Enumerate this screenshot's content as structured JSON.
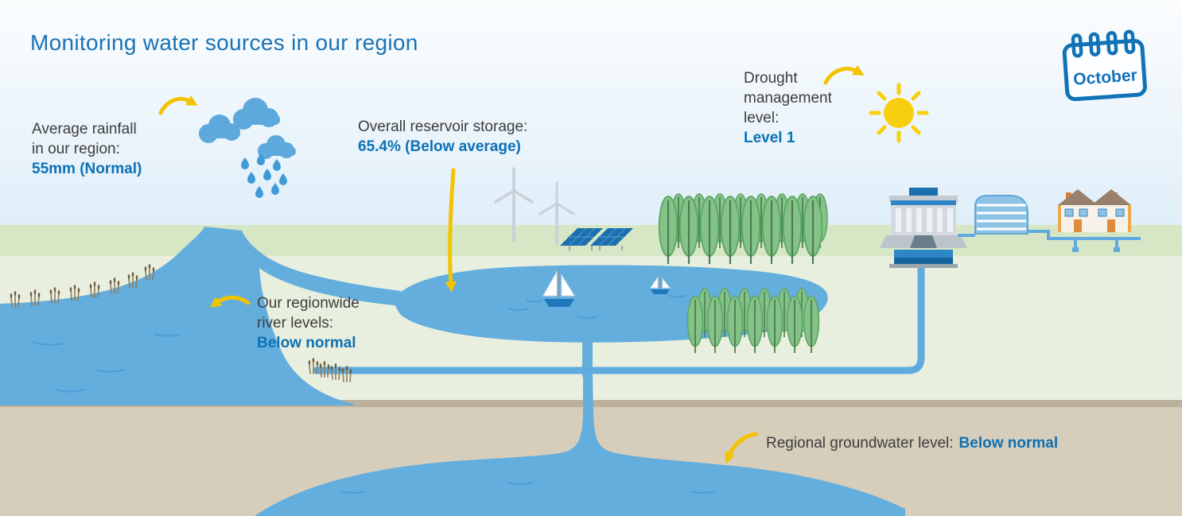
{
  "title": "Monitoring water sources in our region",
  "calendar": {
    "month": "October"
  },
  "metrics": {
    "rainfall": {
      "label_lines": [
        "Average rainfall",
        "in our region:"
      ],
      "value": "55mm (Normal)"
    },
    "reservoir": {
      "label_lines": [
        "Overall reservoir storage:"
      ],
      "value": "65.4% (Below average)"
    },
    "drought": {
      "label_lines": [
        "Drought",
        "management",
        "level:"
      ],
      "value": "Level 1"
    },
    "river": {
      "label_lines": [
        "Our regionwide",
        "river levels:"
      ],
      "value": "Below normal"
    },
    "groundwater": {
      "label": "Regional groundwater level:",
      "value": "Below normal"
    }
  },
  "colors": {
    "brand_blue": "#0d71b5",
    "title_blue": "#1a73b5",
    "water_blue": "#64aede",
    "arrow_yellow": "#f3c301",
    "sun_yellow": "#f8cf0e",
    "text_dark": "#3d3d3c"
  }
}
